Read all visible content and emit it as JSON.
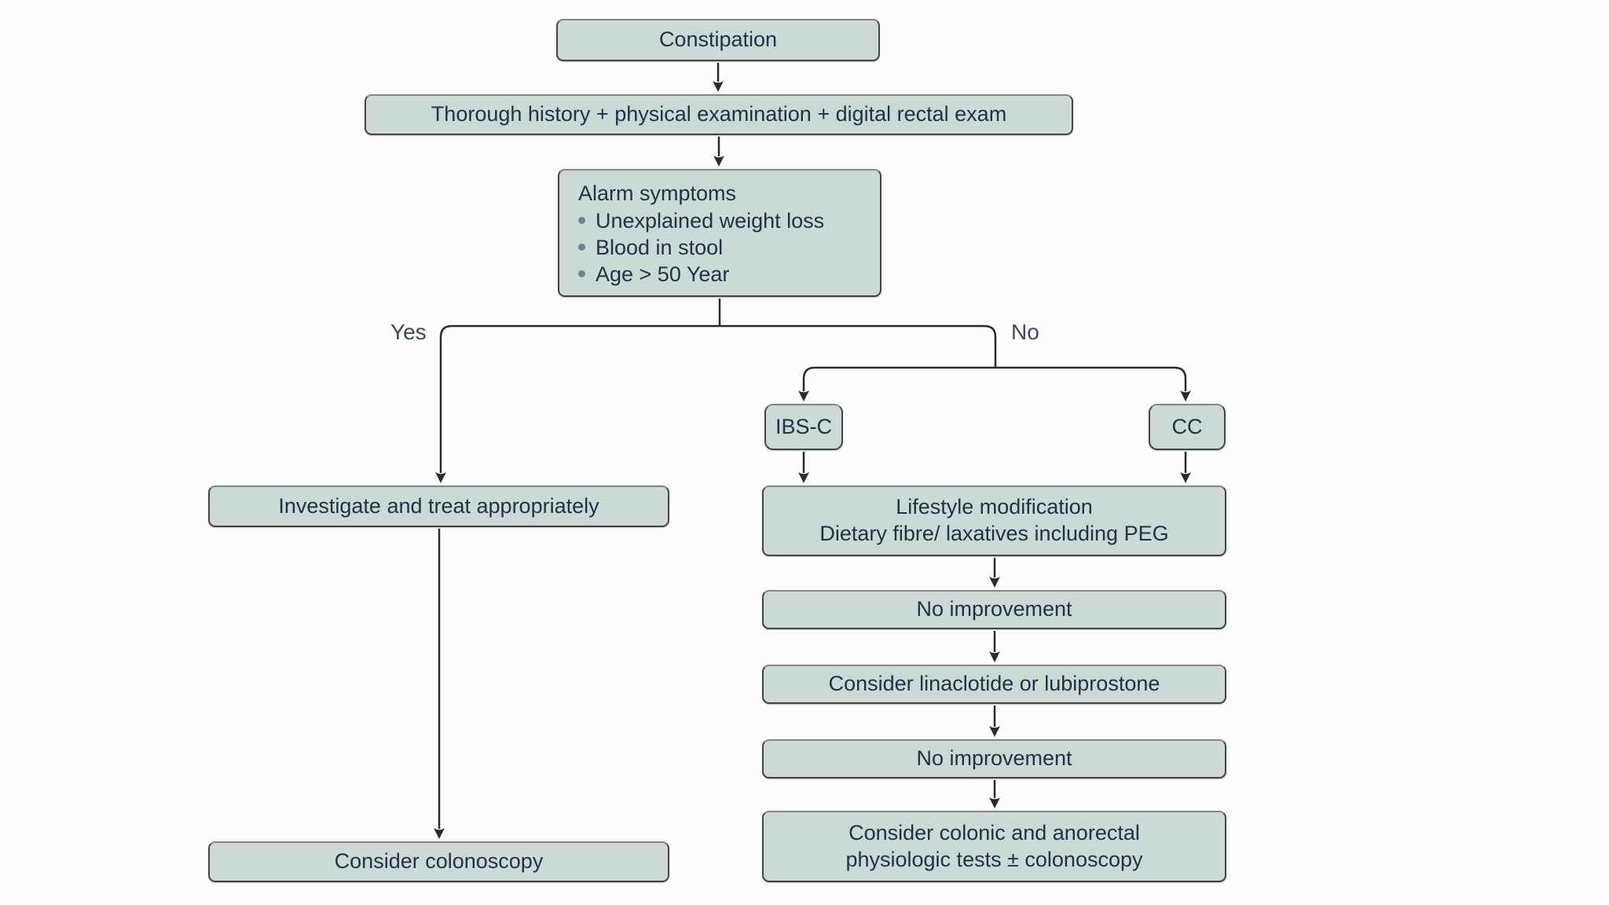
{
  "figure": {
    "nodes": {
      "constipation": "Constipation",
      "history": "Thorough history + physical examination + digital rectal exam",
      "alarm": {
        "title": "Alarm symptoms",
        "bullets": [
          "Unexplained weight loss",
          "Blood in stool",
          "Age > 50 Year"
        ]
      },
      "branch_yes": "Yes",
      "branch_no": "No",
      "ibs_c": "IBS-C",
      "cc": "CC",
      "investigate": "Investigate and treat appropriately",
      "lifestyle_line1": "Lifestyle modification",
      "lifestyle_line2": "Dietary fibre/ laxatives including PEG",
      "no_improvement_1": "No improvement",
      "linaclotide": "Consider linaclotide or lubiprostone",
      "no_improvement_2": "No improvement",
      "colonic_line1": "Consider colonic and anorectal",
      "colonic_line2": "physiologic tests ± colonoscopy",
      "colonoscopy": "Consider colonoscopy"
    },
    "colors": {
      "node_fill": "#ccd9d6",
      "node_border": "#454545",
      "node_text": "#213245",
      "connector": "#2b2b2b",
      "branch_label_text": "#3a4c5e",
      "bullet": "#72828f",
      "background": "#fdfdfd"
    }
  }
}
